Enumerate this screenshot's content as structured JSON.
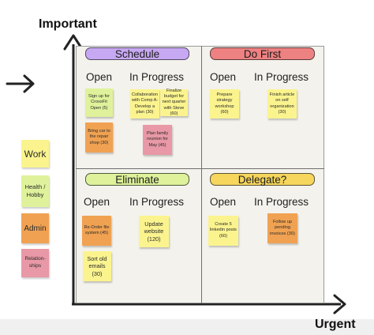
{
  "axes": {
    "y_label": "Important",
    "x_label": "Urgent"
  },
  "legend": [
    {
      "key": "work",
      "label": "Work",
      "color": "#fbf48e"
    },
    {
      "key": "health",
      "label": "Health / Hobby",
      "color": "#dff29b"
    },
    {
      "key": "admin",
      "label": "Admin",
      "color": "#f0a252"
    },
    {
      "key": "relationships",
      "label": "Relation-ships",
      "color": "#e898a6"
    }
  ],
  "quadrants": {
    "schedule": {
      "title": "Schedule",
      "color": "#c7a8f2",
      "open_label": "Open",
      "in_progress_label": "In Progress",
      "open_notes": [
        "Sign up for CrossFit Open (5)",
        "Bring car to the repair shop (30)"
      ],
      "in_progress_notes": [
        "Collaboration with Comp A: Develop a plan (30)",
        "Finalize budget for next quarter with Steve (60)",
        "Plan family reunion for May (45)"
      ]
    },
    "do_first": {
      "title": "Do First",
      "color": "#ee8181",
      "open_label": "Open",
      "in_progress_label": "In Progress",
      "open_notes": [
        "Prepare strategy workshop (60)"
      ],
      "in_progress_notes": [
        "Finish article on self organization (30)"
      ]
    },
    "eliminate": {
      "title": "Eliminate",
      "color": "#dff29b",
      "open_label": "Open",
      "in_progress_label": "In Progress",
      "open_notes": [
        "Re-Order file system (45)",
        "Sort old emails (30)"
      ],
      "in_progress_notes": [
        "Update website (120)"
      ]
    },
    "delegate": {
      "title": "Delegate?",
      "color": "#f6d65c",
      "open_label": "Open",
      "in_progress_label": "In Progress",
      "open_notes": [
        "Create 5 linkedin posts (60)"
      ],
      "in_progress_notes": [
        "Follow up pending invoices (30)"
      ]
    }
  }
}
